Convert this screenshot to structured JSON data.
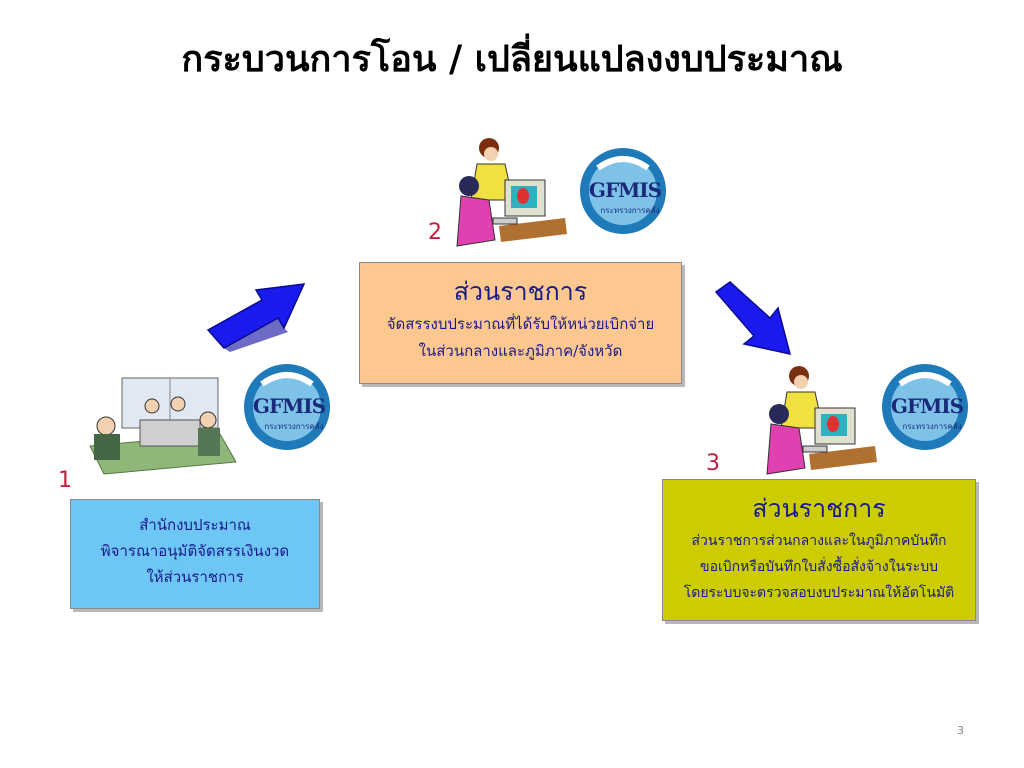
{
  "title": "กระบวนการโอน / เปลี่ยนแปลงงบประมาณ",
  "logo": {
    "text": "GFMIS",
    "subtext": "กระทรวงการคลัง"
  },
  "steps": [
    {
      "number": "1",
      "head": "สำนักงบประมาณ",
      "lines": [
        "พิจารณาอนุมัติจัดสรรเงินงวด",
        "ให้ส่วนราชการ"
      ]
    },
    {
      "number": "2",
      "head": "ส่วนราชการ",
      "lines": [
        "จัดสรรงบประมาณที่ได้รับให้หน่วยเบิกจ่าย",
        "ในส่วนกลางและภูมิภาค/จังหวัด"
      ]
    },
    {
      "number": "3",
      "head": "ส่วนราชการ",
      "lines": [
        "ส่วนราชการส่วนกลางและในภูมิภาคบันทึก",
        "ขอเบิกหรือบันทึกใบสั่งซื้อสั่งจ้างในระบบ",
        "โดยระบบจะตรวจสอบงบประมาณให้อัตโนมัติ"
      ]
    }
  ],
  "page_number": "3",
  "colors": {
    "box1": "#6ec6f5",
    "box2": "#fcc890",
    "box3": "#cccc00",
    "arrow": "#1a1aee",
    "number": "#c02040",
    "text": "#1a1a8c"
  }
}
